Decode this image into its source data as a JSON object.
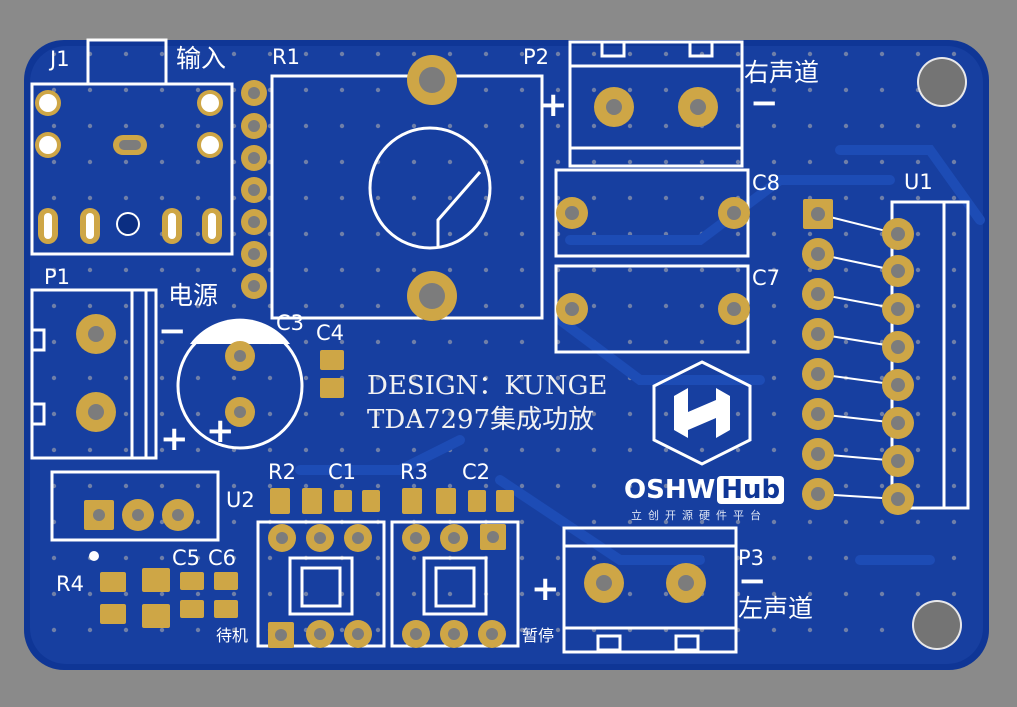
{
  "board": {
    "refs": {
      "j1": "J1",
      "r1": "R1",
      "p2": "P2",
      "c8": "C8",
      "u1": "U1",
      "c7": "C7",
      "p1": "P1",
      "c3": "C3",
      "c4": "C4",
      "r2": "R2",
      "c1": "C1",
      "r3": "R3",
      "c2": "C2",
      "u2": "U2",
      "r4": "R4",
      "c5": "C5",
      "c6": "C6",
      "p3": "P3"
    },
    "labels": {
      "input": "输入",
      "right_channel": "右声道",
      "power": "电源",
      "left_channel": "左声道",
      "standby": "待机",
      "pause": "暂停"
    },
    "symbols": {
      "plus": "+",
      "minus": "−"
    },
    "design_line1": "DESIGN：KUNGE",
    "design_line2": "TDA7297集成功放"
  },
  "logo": {
    "text_oshw": "OSHW",
    "text_hub": "Hub",
    "tagline": "立创开源硬件平台"
  },
  "colors": {
    "board": "#0f3696",
    "copper": "#1a45a8",
    "pad_gold": "#cea646",
    "silkscreen": "#ffffff",
    "background": "#8a8a8a"
  }
}
